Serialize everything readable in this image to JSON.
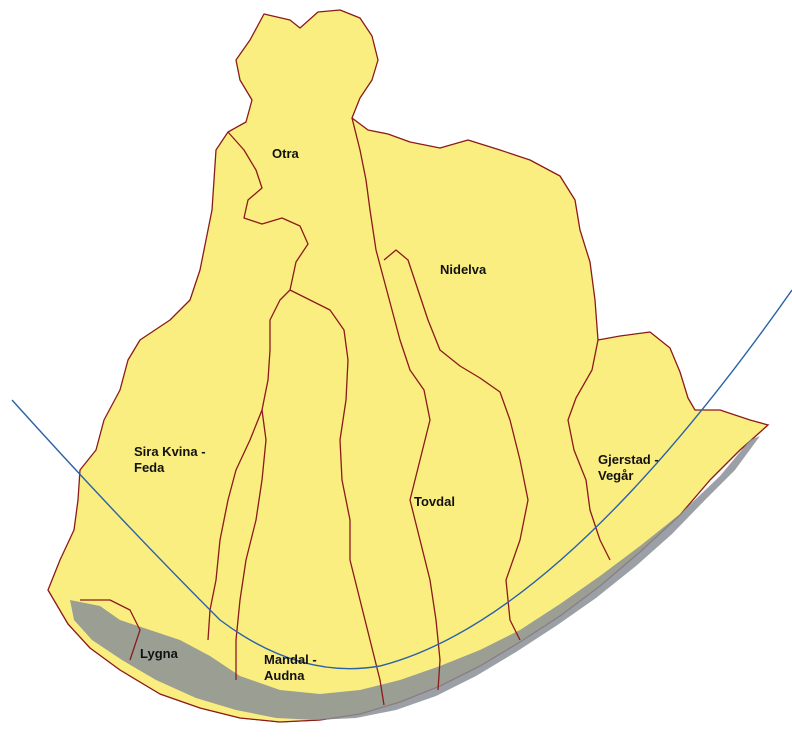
{
  "colors": {
    "land": "#fbee80",
    "boundary": "#8b1a1a",
    "sea": "#0e3b7a",
    "coastal_islands": "#8a8f96",
    "arc_line": "#2a62a8",
    "background": "#ffffff"
  },
  "regions": [
    {
      "id": "otra",
      "lines": [
        "Otra"
      ]
    },
    {
      "id": "nidelva",
      "lines": [
        "Nidelva"
      ]
    },
    {
      "id": "sira-kvina-feda",
      "lines": [
        "Sira Kvina -",
        "Feda"
      ]
    },
    {
      "id": "tovdal",
      "lines": [
        "Tovdal"
      ]
    },
    {
      "id": "gjerstad-vegar",
      "lines": [
        "Gjerstad -",
        "Vegår"
      ]
    },
    {
      "id": "lygna",
      "lines": [
        "Lygna"
      ]
    },
    {
      "id": "mandal-audna",
      "lines": [
        "Mandal -",
        "Audna"
      ]
    }
  ]
}
